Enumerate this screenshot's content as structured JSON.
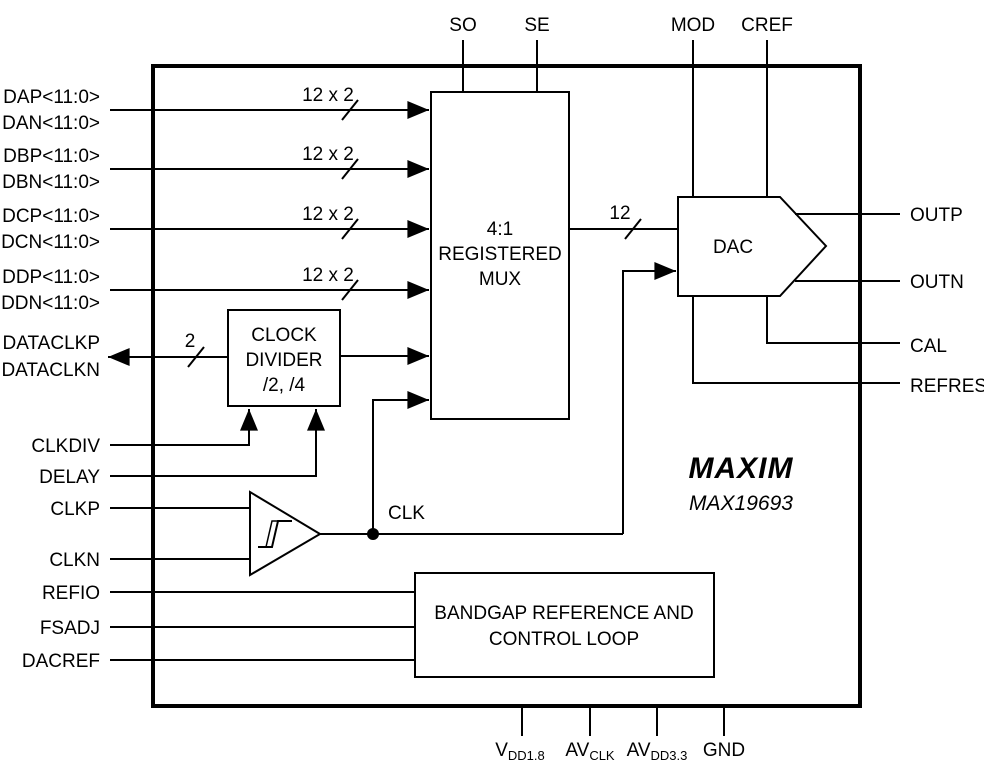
{
  "top_pins": {
    "so": "SO",
    "se": "SE",
    "mod": "MOD",
    "cref": "CREF"
  },
  "left_pins": {
    "dap": "DAP<11:0>",
    "dan": "DAN<11:0>",
    "dbp": "DBP<11:0>",
    "dbn": "DBN<11:0>",
    "dcp": "DCP<11:0>",
    "dcn": "DCN<11:0>",
    "ddp": "DDP<11:0>",
    "ddn": "DDN<11:0>",
    "dataclkp": "DATACLKP",
    "dataclkn": "DATACLKN",
    "clkdiv": "CLKDIV",
    "delay": "DELAY",
    "clkp": "CLKP",
    "clkn": "CLKN",
    "refio": "REFIO",
    "fsadj": "FSADJ",
    "dacref": "DACREF"
  },
  "right_pins": {
    "outp": "OUTP",
    "outn": "OUTN",
    "cal": "CAL",
    "refres": "REFRES"
  },
  "bottom_pins": {
    "vdd18": {
      "main": "V",
      "sub": "DD1.8"
    },
    "avclk": {
      "main": "AV",
      "sub": "CLK"
    },
    "avdd33": {
      "main": "AV",
      "sub": "DD3.3"
    },
    "gnd": "GND"
  },
  "bus_widths": {
    "a": "12 x 2",
    "b": "12 x 2",
    "c": "12 x 2",
    "d": "12 x 2",
    "dataclk": "2",
    "dac_in": "12"
  },
  "blocks": {
    "mux": [
      "4:1",
      "REGISTERED",
      "MUX"
    ],
    "clock_divider": [
      "CLOCK",
      "DIVIDER",
      "/2, /4"
    ],
    "dac": "DAC",
    "bandgap": [
      "BANDGAP REFERENCE AND",
      "CONTROL LOOP"
    ]
  },
  "signals": {
    "clk": "CLK"
  },
  "brand": {
    "logo": "MAXIM",
    "part_number": "MAX19693"
  }
}
